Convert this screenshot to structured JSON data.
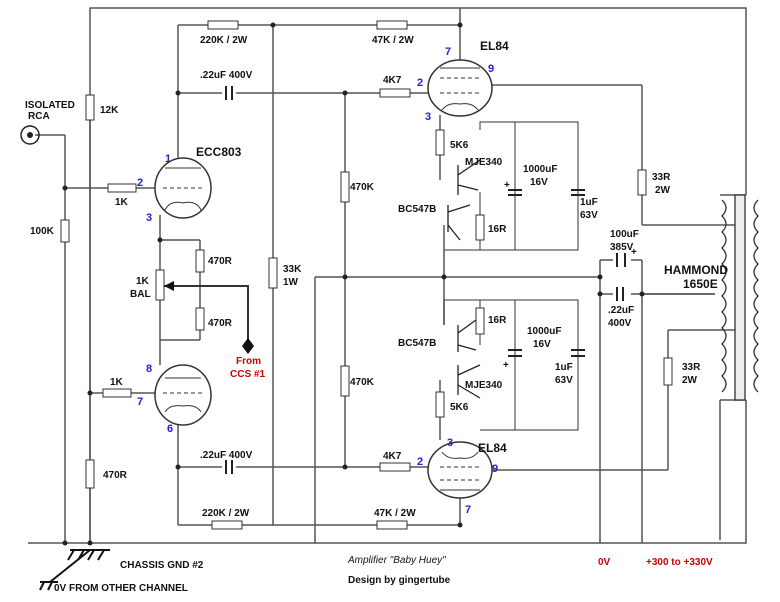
{
  "input": {
    "connector_l1": "ISOLATED",
    "connector_l2": "RCA"
  },
  "resistors": {
    "r_12k": "12K",
    "r_100k": "100K",
    "r_470r_gnd": "470R",
    "r_1k_top": "1K",
    "r_1k_bot": "1K",
    "r_220k_top": "220K / 2W",
    "r_220k_bot": "220K / 2W",
    "r_47k_top": "47K / 2W",
    "r_47k_bot": "47K / 2W",
    "r_470k_top": "470K",
    "r_470k_bot": "470K",
    "r_33k": "33K",
    "r_33k_w": "1W",
    "r_4k7_top": "4K7",
    "r_4k7_bot": "4K7",
    "r_5k6_top": "5K6",
    "r_5k6_bot": "5K6",
    "r_16r_top": "16R",
    "r_16r_bot": "16R",
    "r_470r_a": "470R",
    "r_470r_b": "470R",
    "pot_l1": "1K",
    "pot_l2": "BAL",
    "r_33r_top": "33R",
    "r_33r_top_w": "2W",
    "r_33r_bot": "33R",
    "r_33r_bot_w": "2W"
  },
  "capacitors": {
    "c_22_top": ".22uF 400V",
    "c_22_bot": ".22uF 400V",
    "c_22_right_l1": ".22uF",
    "c_22_right_l2": "400V",
    "c_1000_top_l1": "1000uF",
    "c_1000_top_l2": "16V",
    "c_1000_bot_l1": "1000uF",
    "c_1000_bot_l2": "16V",
    "c_1u_top_l1": "1uF",
    "c_1u_top_l2": "63V",
    "c_1u_bot_l1": "1uF",
    "c_1u_bot_l2": "63V",
    "c_100_l1": "100uF",
    "c_100_l2": "385V"
  },
  "semis": {
    "q_mje_top": "MJE340",
    "q_bc_top": "BC547B",
    "q_mje_bot": "MJE340",
    "q_bc_bot": "BC547B"
  },
  "tubes": {
    "ecc803": "ECC803",
    "el84_top": "EL84",
    "el84_bot": "EL84"
  },
  "pins": {
    "ecc_1": "1",
    "ecc_2": "2",
    "ecc_3": "3",
    "ecc_8": "8",
    "ecc_7": "7",
    "ecc_6": "6",
    "el_top_7": "7",
    "el_top_2": "2",
    "el_top_9": "9",
    "el_top_3": "3",
    "el_bot_3": "3",
    "el_bot_2": "2",
    "el_bot_9": "9",
    "el_bot_7": "7"
  },
  "transformer": {
    "name_l1": "HAMMOND",
    "name_l2": "1650E"
  },
  "annotations": {
    "from_l1": "From",
    "from_l2": "CCS #1",
    "chassis": "CHASSIS GND #2",
    "other": "0V FROM OTHER CHANNEL",
    "zero_v": "0V",
    "supply": "+300 to +330V",
    "plus_top": "+",
    "plus_bot": "+",
    "plus_100": "+"
  },
  "footer": {
    "title": "Amplifier \"Baby Huey\"",
    "credit": "Design by gingertube"
  },
  "colors": {
    "wire": "#555555",
    "pin_numbers": "#2222cc",
    "red_notes": "#cc0000"
  }
}
